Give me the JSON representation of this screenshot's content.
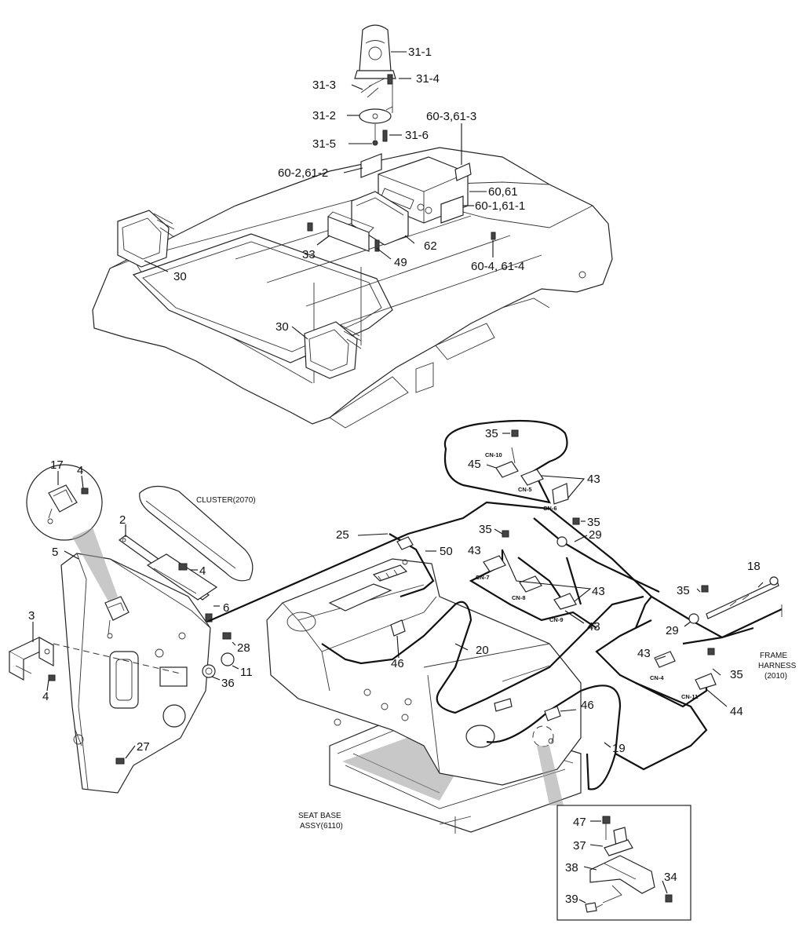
{
  "labels": {
    "l31_1": "31-1",
    "l31_3": "31-3",
    "l31_4": "31-4",
    "l31_2": "31-2",
    "l60_3": "60-3,61-3",
    "l31_5": "31-5",
    "l31_6": "31-6",
    "l60_2": "60-2,61-2",
    "l60_61": "60,61",
    "l60_1": "60-1,61-1",
    "l33": "33",
    "l62": "62",
    "l49": "49",
    "l30a": "30",
    "l60_4": "60-4, 61-4",
    "l30b": "30",
    "l35a": "35",
    "l45": "45",
    "l43a": "43",
    "l17": "17",
    "l4a": "4",
    "l2": "2",
    "l25": "25",
    "l35b": "35",
    "l35c": "35",
    "l50": "50",
    "l29a": "29",
    "l5": "5",
    "l43b": "43",
    "l4b": "4",
    "l18": "18",
    "l43c": "43",
    "l35d": "35",
    "l6": "6",
    "l3": "3",
    "l43d": "43",
    "l29b": "29",
    "l28": "28",
    "l20": "20",
    "l11": "11",
    "l46a": "46",
    "l36": "36",
    "l43e": "43",
    "l35e": "35",
    "l4c": "4",
    "l44": "44",
    "l46b": "46",
    "l27": "27",
    "l19": "19",
    "l47": "47",
    "l37": "37",
    "l38": "38",
    "l34": "34",
    "l39": "39"
  },
  "connectors": {
    "cn10": "CN-10",
    "cn5": "CN-5",
    "cn6": "CN-6",
    "cn7": "CN-7",
    "cn8": "CN-8",
    "cn9": "CN-9",
    "cn4": "CN-4",
    "cn11": "CN-11"
  },
  "notes": {
    "cluster": "CLUSTER(2070)",
    "frame_1": "FRAME",
    "frame_2": "HARNESS",
    "frame_3": "(2010)",
    "seat_1": "SEAT BASE",
    "seat_2": "ASSY(6110)"
  }
}
